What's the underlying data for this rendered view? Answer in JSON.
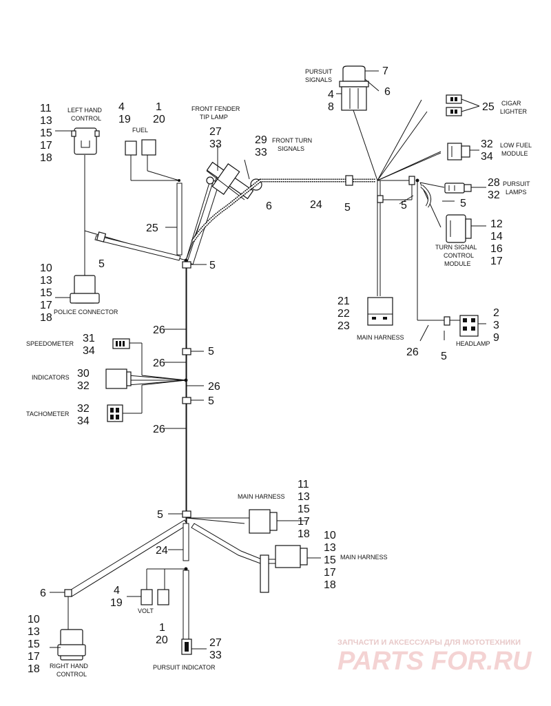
{
  "labels": {
    "left_hand_control": [
      "LEFT HAND",
      "CONTROL"
    ],
    "fuel": "FUEL",
    "front_fender_tip_lamp": [
      "FRONT FENDER",
      "TIP LAMP"
    ],
    "front_turn_signals": [
      "FRONT TURN",
      "SIGNALS"
    ],
    "pursuit_signals": [
      "PURSUIT",
      "SIGNALS"
    ],
    "cigar_lighter": [
      "CIGAR",
      "LIGHTER"
    ],
    "low_fuel_module": [
      "LOW FUEL",
      "MODULE"
    ],
    "pursuit_lamps": [
      "PURSUIT",
      "LAMPS"
    ],
    "turn_signal_control_module": [
      "TURN SIGNAL",
      "CONTROL",
      "MODULE"
    ],
    "police_connector": "POLICE CONNECTOR",
    "main_harness_upper": "MAIN HARNESS",
    "headlamp": "HEADLAMP",
    "speedometer": "SPEEDOMETER",
    "indicators": "INDICATORS",
    "tachometer": "TACHOMETER",
    "main_harness_a": "MAIN HARNESS",
    "main_harness_b": "MAIN HARNESS",
    "volt": "VOLT",
    "right_hand_control": [
      "RIGHT HAND",
      "CONTROL"
    ],
    "pursuit_indicator": "PURSUIT INDICATOR"
  },
  "callouts": {
    "left_hand_control": [
      "11",
      "13",
      "15",
      "17",
      "18"
    ],
    "fuel_left": [
      "4",
      "19"
    ],
    "fuel_right": [
      "1",
      "20"
    ],
    "tip_lamp": [
      "27",
      "33"
    ],
    "front_turn": [
      "29",
      "33"
    ],
    "pursuit_signals_top": "7",
    "pursuit_signals_right": "6",
    "pursuit_signals_left": [
      "4",
      "8"
    ],
    "cigar": "25",
    "low_fuel": [
      "32",
      "34"
    ],
    "pursuit_lamps": [
      "28",
      "32"
    ],
    "tsm": [
      "12",
      "14",
      "16",
      "17"
    ],
    "h25": "25",
    "h5a": "5",
    "h5b": "5",
    "h6": "6",
    "h24": "24",
    "h5c": "5",
    "h5d": "5",
    "h5e": "5",
    "police": [
      "10",
      "13",
      "15",
      "17",
      "18"
    ],
    "main_upper": [
      "21",
      "22",
      "23"
    ],
    "headlamp": [
      "2",
      "3",
      "9"
    ],
    "h26_headlamp": "26",
    "h5_headlamp": "5",
    "h26a": "26",
    "h5f": "5",
    "h26b": "26",
    "speedo": [
      "31",
      "34"
    ],
    "indicators": [
      "30",
      "32"
    ],
    "h26c": "26",
    "h5g": "5",
    "tacho": [
      "32",
      "34"
    ],
    "h26d": "26",
    "main_a": [
      "11",
      "13",
      "15",
      "17",
      "18"
    ],
    "main_b": [
      "10",
      "13",
      "15",
      "17",
      "18"
    ],
    "h5h": "5",
    "h24b": "24",
    "h6b": "6",
    "volt_left": [
      "4",
      "19"
    ],
    "volt_bottom": [
      "1",
      "20"
    ],
    "right_hand": [
      "10",
      "13",
      "15",
      "17",
      "18"
    ],
    "pursuit_indicator": [
      "27",
      "33"
    ]
  },
  "watermark": {
    "tagline": "ЗАПЧАСТИ И АКСЕССУАРЫ ДЛЯ МОТОТЕХНИКИ",
    "brand": "PARTS FOR.RU"
  },
  "colors": {
    "line": "#111111",
    "background": "#ffffff",
    "watermark": "#f4d3d3"
  }
}
